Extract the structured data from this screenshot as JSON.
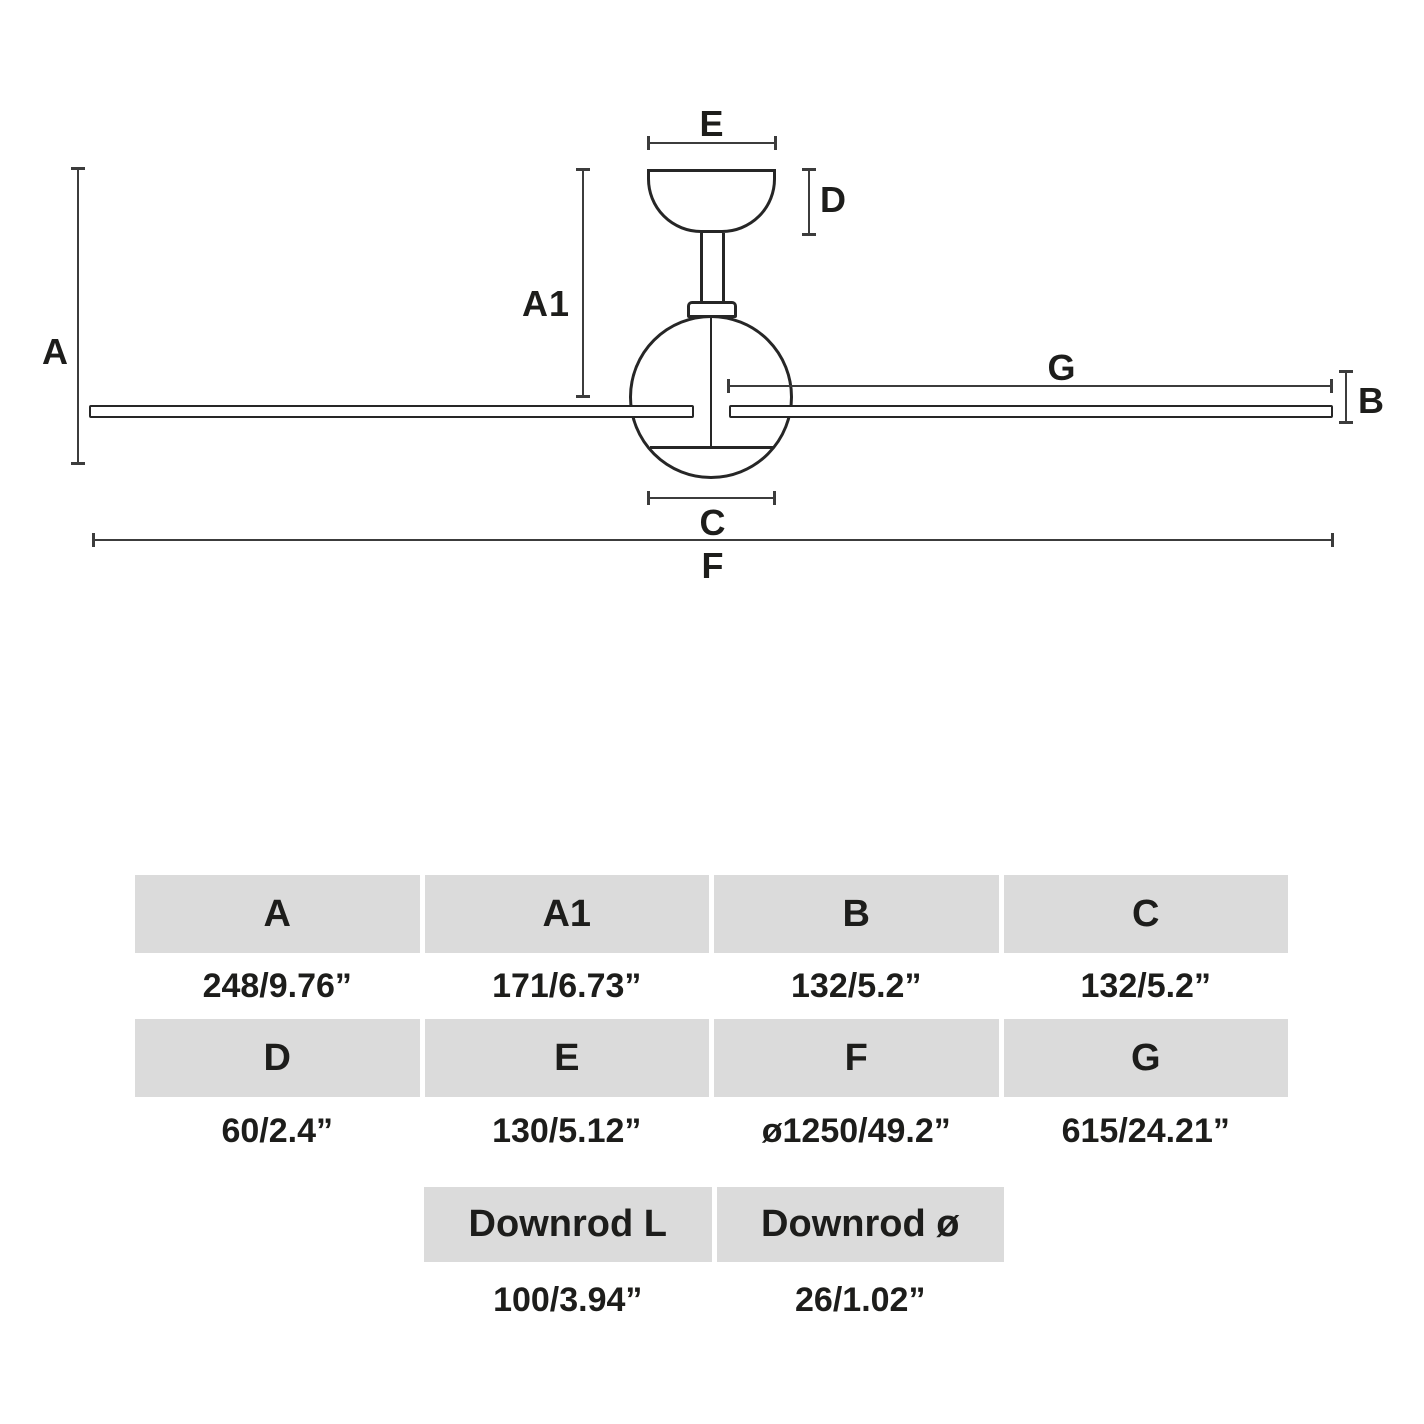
{
  "diagram": {
    "labels": {
      "A": "A",
      "A1": "A1",
      "B": "B",
      "C": "C",
      "D": "D",
      "E": "E",
      "F": "F",
      "G": "G"
    }
  },
  "table": {
    "header1": [
      "A",
      "A1",
      "B",
      "C"
    ],
    "values1": [
      "248/9.76”",
      "171/6.73”",
      "132/5.2”",
      "132/5.2”"
    ],
    "header2": [
      "D",
      "E",
      "F",
      "G"
    ],
    "values2": [
      "60/2.4”",
      "130/5.12”",
      "ø1250/49.2”",
      "615/24.21”"
    ],
    "header3": [
      "Downrod L",
      "Downrod ø"
    ],
    "values3": [
      "100/3.94”",
      "26/1.02”"
    ]
  },
  "colors": {
    "header_bg": "#dbdbdb",
    "line_color": "#262626",
    "dim_line_color": "#3c3c3c",
    "text_color": "#1d1d1b",
    "background": "#ffffff"
  }
}
